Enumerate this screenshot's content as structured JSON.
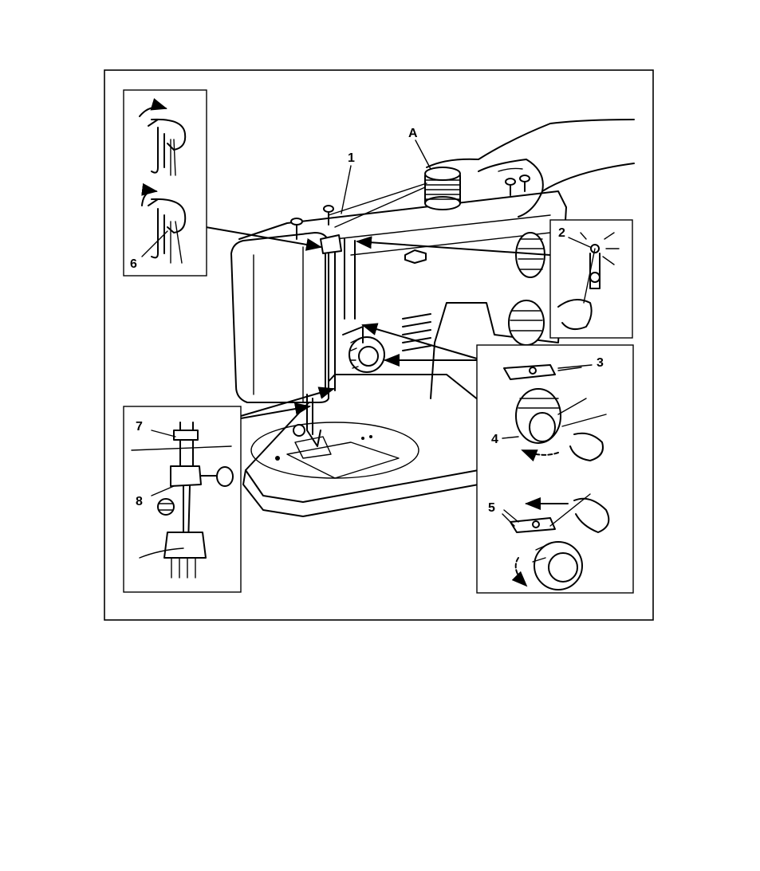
{
  "diagram": {
    "labels": {
      "A": "A",
      "n1": "1",
      "n2": "2",
      "n3": "3",
      "n4": "4",
      "n5": "5",
      "n6": "6",
      "n7": "7",
      "n8": "8"
    },
    "colors": {
      "ink": "#000000",
      "paper": "#ffffff"
    }
  }
}
